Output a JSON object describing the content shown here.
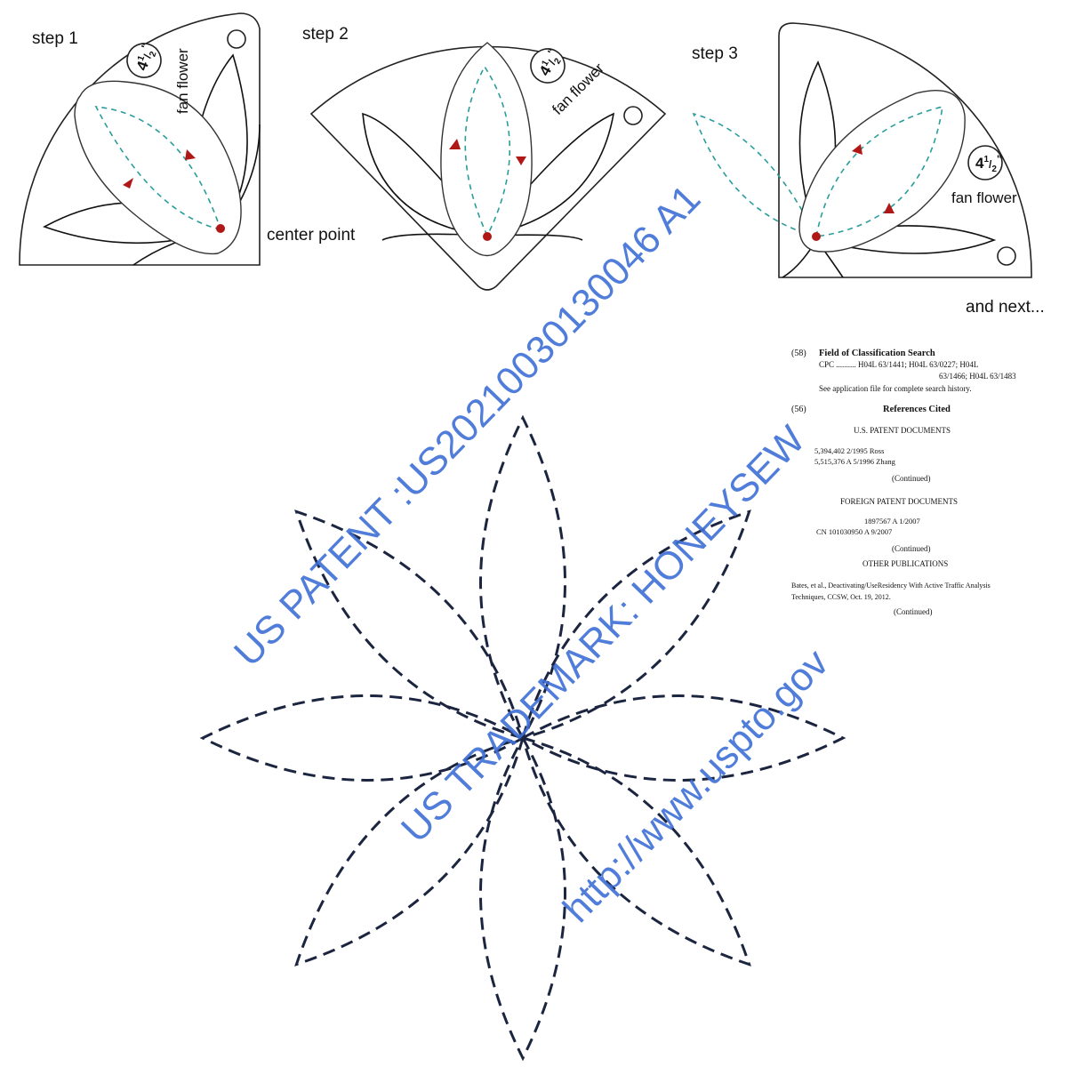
{
  "steps": {
    "step1": "step 1",
    "step2": "step 2",
    "step3": "step 3",
    "center_point": "center point",
    "and_next": "and next..."
  },
  "ruler": {
    "size_whole": "4",
    "size_num": "1",
    "size_den": "2",
    "size_mark": "\"",
    "name": "fan flower"
  },
  "document": {
    "field_num": "(58)",
    "field_title": "Field of Classification Search",
    "cpc_line1": "CPC  ..........  H04L 63/1441; H04L 63/0227; H04L",
    "cpc_line2": "63/1466; H04L 63/1483",
    "see_app": "See application file for complete search history.",
    "refs_num": "(56)",
    "refs_title": "References Cited",
    "us_title": "U.S. PATENT DOCUMENTS",
    "us_row1": "5,394,402    2/1995   Ross",
    "us_row2": "5,515,376 A    5/1996   Zhang",
    "continued1": "(Continued)",
    "foreign_title": "FOREIGN PATENT DOCUMENTS",
    "foreign_row1": "1897567 A     1/2007",
    "foreign_row2": "CN     101030950 A     9/2007",
    "continued2": "(Continued)",
    "other_title": "OTHER PUBLICATIONS",
    "pub_line1": "Bates, et al., Deactivating/UseResidency With Active Traffic Analysis",
    "pub_line2": "Techniques, CCSW, Oct. 19, 2012.",
    "continued3": "(Continued)"
  },
  "watermark": {
    "line1": "US PATENT :US20210030130046 A1",
    "line2": "US TRADEMARK: HONEYSEW",
    "line3": "http://www.uspto.gov"
  },
  "colors": {
    "guide_line": "#2a9d9a",
    "arrow": "#b01818",
    "watermark": "#3f6fd6",
    "dashed_flower": "#1c2540"
  }
}
